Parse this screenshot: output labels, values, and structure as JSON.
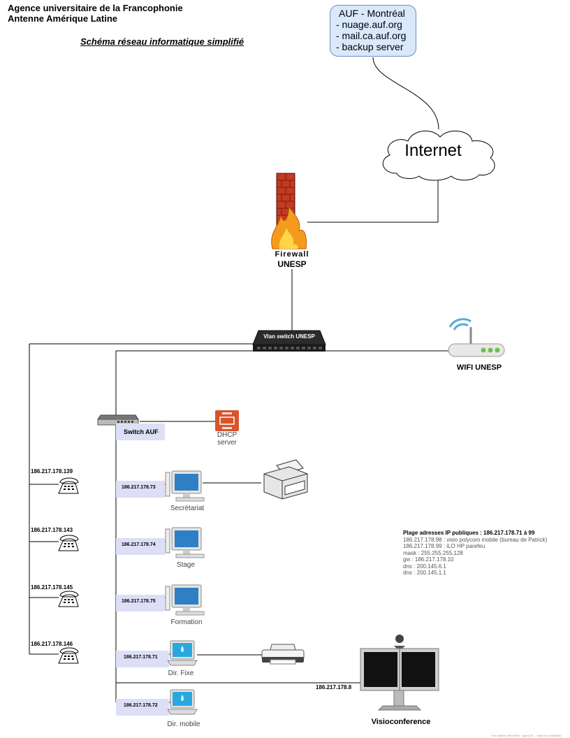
{
  "header": {
    "org_line1": "Agence universitaire de la Francophonie",
    "org_line2": "Antenne Amérique Latine",
    "subtitle": "Schéma réseau informatique simplifié"
  },
  "auf_box": {
    "title": "AUF - Montréal",
    "items": [
      "- nuage.auf.org",
      "- mail.ca.auf.org",
      "- backup server"
    ]
  },
  "internet": {
    "label": "Internet"
  },
  "firewall": {
    "icon_label": "Firewall",
    "label": "UNESP"
  },
  "vlan_switch": {
    "label": "Vlan switch UNESP"
  },
  "wifi": {
    "label": "WIFI UNESP"
  },
  "switch_auf": {
    "label": "Switch AUF"
  },
  "dhcp": {
    "line1": "DHCP",
    "line2": "server"
  },
  "phones": [
    {
      "ip": "186.217.178.139"
    },
    {
      "ip": "186.217.178.143"
    },
    {
      "ip": "186.217.178.145"
    },
    {
      "ip": "186.217.178.146"
    }
  ],
  "workstations": [
    {
      "ip": "186.217.178.73",
      "label": "Secrétariat"
    },
    {
      "ip": "186.217.178.74",
      "label": "Stage"
    },
    {
      "ip": "186.217.178.75",
      "label": "Formation"
    }
  ],
  "laptops": [
    {
      "ip": "186.217.178.71",
      "label": "Dir. Fixe"
    },
    {
      "ip": "186.217.178.72",
      "label": "Dir. mobile"
    }
  ],
  "visio": {
    "ip": "186.217.178.8",
    "label": "Visioconference"
  },
  "ip_info": {
    "heading": "Plage adresses IP publiques : 186.217.178.71 à 99",
    "lines": [
      "186.217.178.98 : visio polycom mobile (bureau de Patrick)",
      "186.217.178.99 : iLO HP parefeu",
      "mask : 255.255.255.128",
      "gw : 186.217.178.10",
      "dns : 200.145.6.1",
      "dns : 200.145.1.1"
    ]
  },
  "footer": {
    "text": "Par Mathieu NEVIERE · AgenCIA ... Naturea certificates"
  },
  "colors": {
    "box_fill": "#dae8fc",
    "box_border": "#6c8ebf",
    "ip_tag": "#dcdff5",
    "line": "#000000"
  }
}
